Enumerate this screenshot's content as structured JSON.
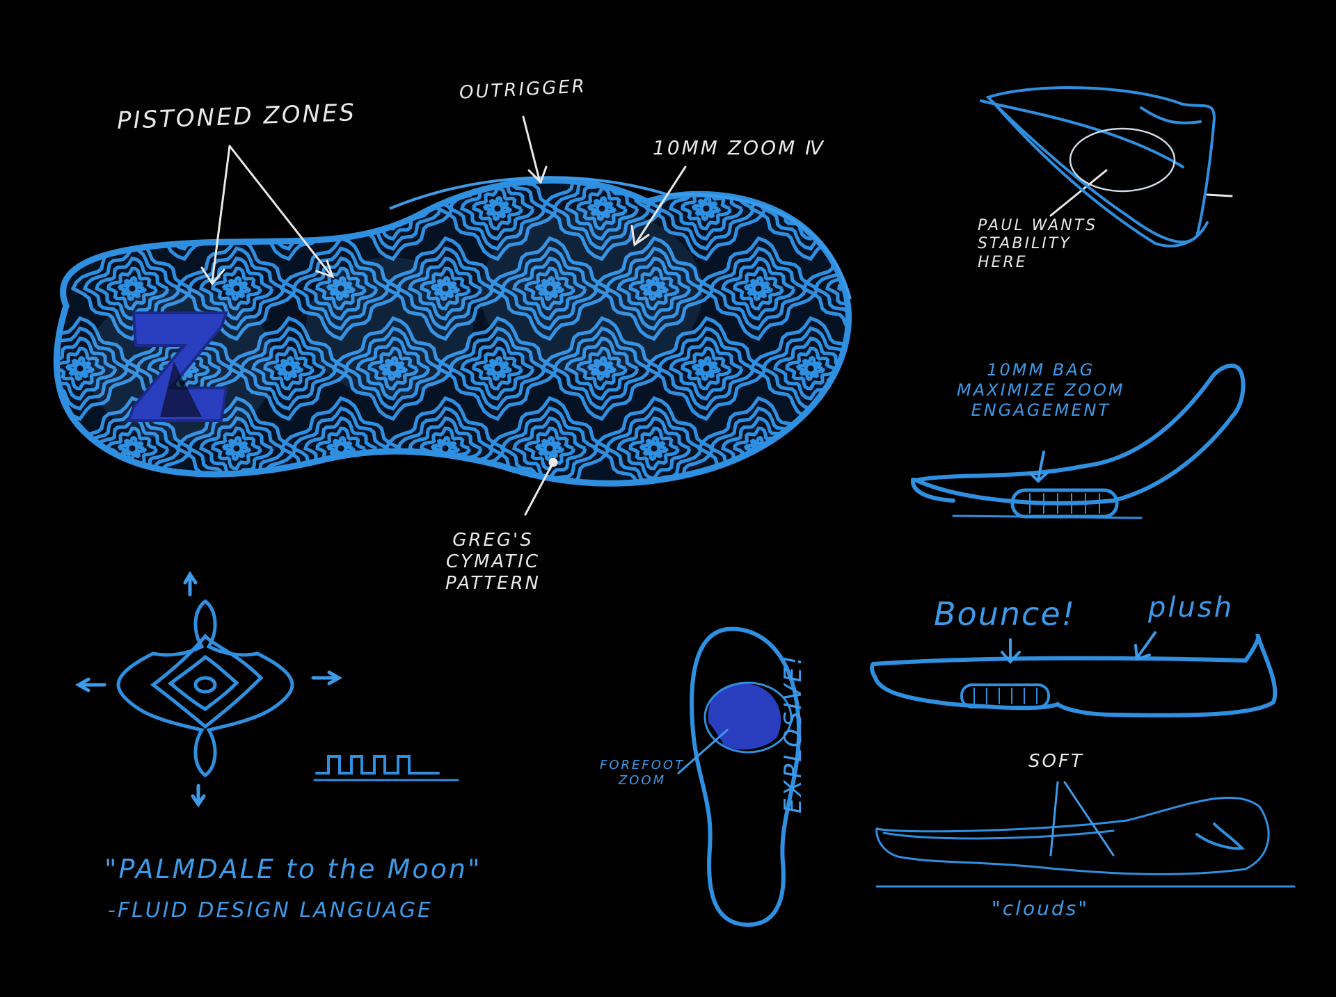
{
  "sketch": {
    "notes": {
      "pistoned_zones": "PISTONED ZONES",
      "outrigger": "OUTRIGGER",
      "zoom_unit": "10MM ZOOM Ⅳ",
      "gregs_pattern": [
        "GREG'S",
        "CYMATIC",
        "PATTERN"
      ],
      "paul_stability": [
        "PAUL WANTS",
        "STABILITY",
        "HERE"
      ],
      "zoom_bag": [
        "10MM BAG",
        "MAXIMIZE ZOOM",
        "ENGAGEMENT"
      ],
      "bounce": "Bounce!",
      "plush": "plush",
      "forefoot_zoom": [
        "FOREFOOT",
        "ZOOM"
      ],
      "explosive": "EXPLOSIVE!",
      "soft": "SOFT",
      "clouds": "\"clouds\"",
      "quote": "\"PALMDALE to the Moon\"",
      "fluid_design": "-FLUID DESIGN LANGUAGE"
    }
  },
  "colors": {
    "background": "#000000",
    "sketch_blue": "#2f8fe0",
    "logo_blue": "#2a3fc0",
    "annotation_white": "#e9e9e9"
  }
}
